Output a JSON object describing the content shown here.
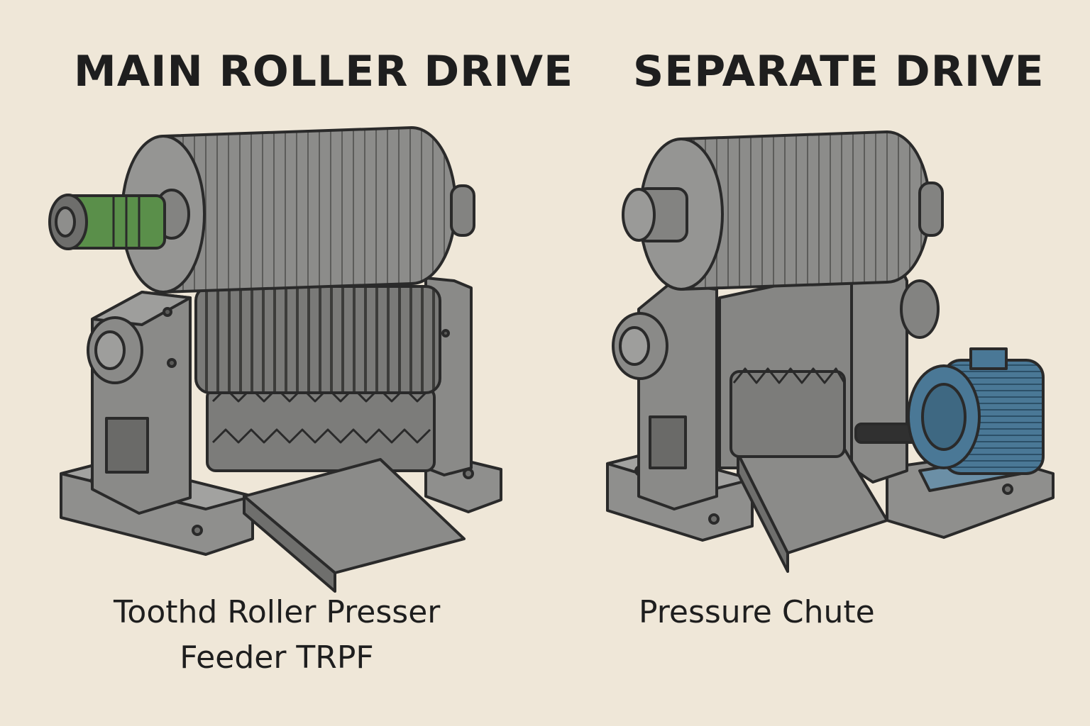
{
  "panels": {
    "left": {
      "title": "MAIN ROLLER DRIVE",
      "caption_line1": "Toothd Roller Presser",
      "caption_line2": "Feeder TRPF"
    },
    "right": {
      "title": "SEPARATE DRIVE",
      "caption_line1": "Pressure Chute"
    }
  },
  "colors": {
    "background": "#efe7d8",
    "machine_gray": "#8a8a88",
    "coupling_green": "#5a8f4a",
    "motor_blue": "#4a7896",
    "outline": "#2a2a2a"
  }
}
